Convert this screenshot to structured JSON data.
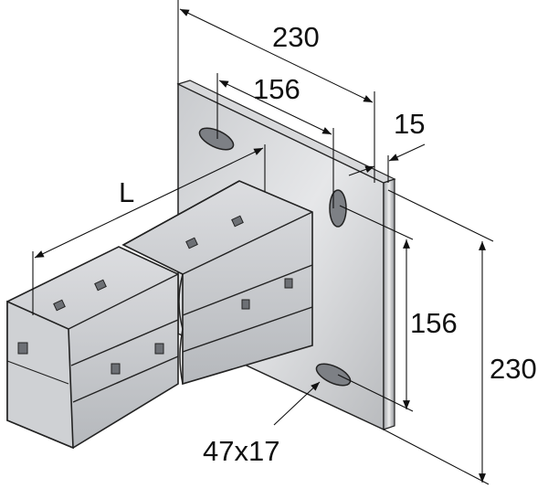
{
  "diagram": {
    "subject": "Base plate with channel profile",
    "dimensions": {
      "plate_width": "230",
      "hole_spacing_horizontal": "156",
      "plate_thickness": "15",
      "profile_length": "L",
      "hole_spacing_vertical": "156",
      "plate_height": "230",
      "slot_size": "47x17"
    }
  }
}
